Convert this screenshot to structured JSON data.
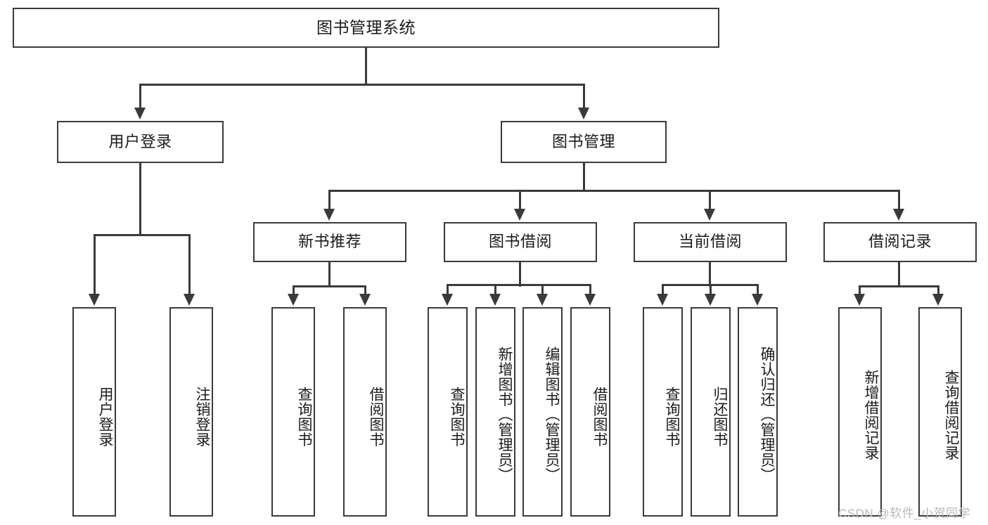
{
  "diagram": {
    "title": "图书管理系统",
    "type": "hierarchy-tree",
    "levels": {
      "root": "图书管理系统",
      "level2": [
        "用户登录",
        "图书管理"
      ],
      "level3": [
        "新书推荐",
        "图书借阅",
        "当前借阅",
        "借阅记录"
      ]
    },
    "nodes": {
      "root": {
        "label": "图书管理系统"
      },
      "user_login": {
        "label": "用户登录"
      },
      "book_manage": {
        "label": "图书管理"
      },
      "new_book_rec": {
        "label": "新书推荐"
      },
      "book_borrow": {
        "label": "图书借阅"
      },
      "current_borrow": {
        "label": "当前借阅"
      },
      "borrow_record": {
        "label": "借阅记录"
      },
      "leaf_user_login": {
        "label": "用户登录"
      },
      "leaf_logout": {
        "label": "注销登录"
      },
      "leaf_query_book_1": {
        "label": "查询图书"
      },
      "leaf_borrow_book_1": {
        "label": "借阅图书"
      },
      "leaf_query_book_2": {
        "label": "查询图书"
      },
      "leaf_add_book_admin": {
        "label": "新增图书（管理员）"
      },
      "leaf_edit_book_admin": {
        "label": "编辑图书（管理员）"
      },
      "leaf_borrow_book_2": {
        "label": "借阅图书"
      },
      "leaf_query_book_3": {
        "label": "查询图书"
      },
      "leaf_return_book": {
        "label": "归还图书"
      },
      "leaf_confirm_return_admin": {
        "label": "确认归还（管理员）"
      },
      "leaf_add_record": {
        "label": "新增借阅记录"
      },
      "leaf_query_record": {
        "label": "查询借阅记录"
      }
    },
    "watermark": "CSDN @软件_小贺同学",
    "colors": {
      "stroke": "#3a3a3a",
      "text": "#1b1b1b",
      "background": "#ffffff",
      "watermark": "#b9b9b9"
    }
  }
}
